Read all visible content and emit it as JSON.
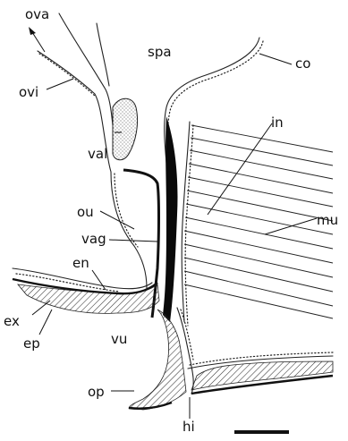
{
  "labels": {
    "ova": "ova",
    "ovi": "ovi",
    "val": "val",
    "ou": "ou",
    "vag": "vag",
    "en": "en",
    "ex": "ex",
    "ep": "ep",
    "vu": "vu",
    "op": "op",
    "hi": "hi",
    "spa": "spa",
    "co": "co",
    "in": "in",
    "mu": "mu"
  },
  "colors": {
    "line": "#222222",
    "fill_black": "#0a0a0a",
    "hatch": "#333333",
    "background": "#ffffff"
  }
}
